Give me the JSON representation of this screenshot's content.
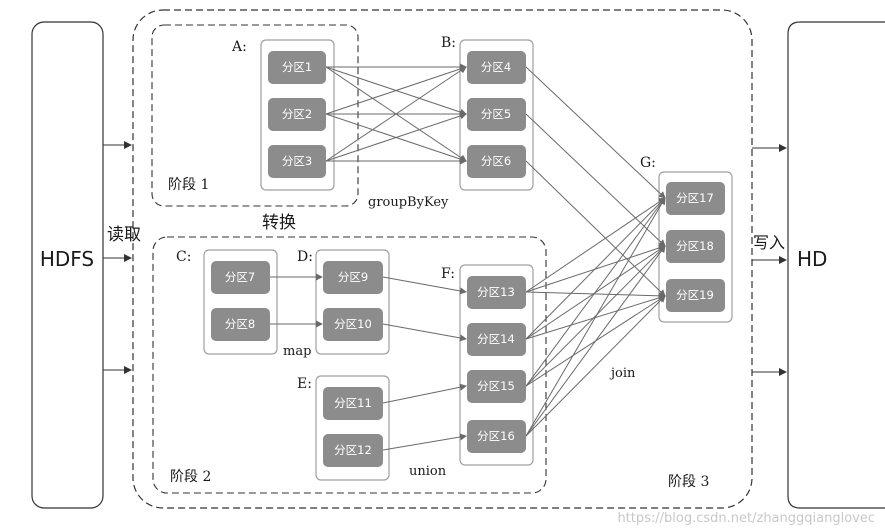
{
  "source": {
    "label": "HDFS"
  },
  "sink": {
    "label": "HD"
  },
  "read_label": "读取",
  "write_label": "写入",
  "transform_label": "转换",
  "stages": {
    "s1": "阶段 1",
    "s2": "阶段 2",
    "s3": "阶段 3"
  },
  "rdds": {
    "A": "A:",
    "B": "B:",
    "C": "C:",
    "D": "D:",
    "E": "E:",
    "F": "F:",
    "G": "G:"
  },
  "ops": {
    "groupByKey": "groupByKey",
    "map": "map",
    "union": "union",
    "join": "join"
  },
  "partitions": {
    "p1": "分区1",
    "p2": "分区2",
    "p3": "分区3",
    "p4": "分区4",
    "p5": "分区5",
    "p6": "分区6",
    "p7": "分区7",
    "p8": "分区8",
    "p9": "分区9",
    "p10": "分区10",
    "p11": "分区11",
    "p12": "分区12",
    "p13": "分区13",
    "p14": "分区14",
    "p15": "分区15",
    "p16": "分区16",
    "p17": "分区17",
    "p18": "分区18",
    "p19": "分区19"
  },
  "watermark": "https://blog.csdn.net/zhanggqianglovec",
  "colors": {
    "partition_fill": "#8c8c8c",
    "rdd_border": "#a0a0a0",
    "edge": "#6a6a6a"
  }
}
